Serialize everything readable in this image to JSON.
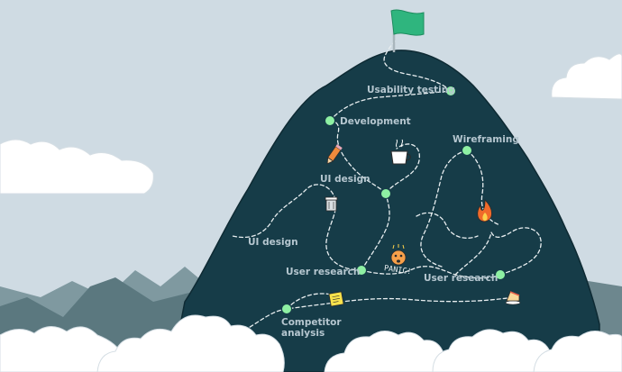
{
  "colors": {
    "sky": "#cfdbe3",
    "mountain": "#163c48",
    "hills_far": "#7f99a0",
    "hills_near": "#5b787f",
    "path": "#e8eef0",
    "milestone": "#8ef0a3",
    "flag": "#2fb57e",
    "label": "#b6c7d0",
    "cloud": "#ffffff"
  },
  "milestones": {
    "usability_testing": "Usability testing",
    "development": "Development",
    "wireframing": "Wireframing",
    "ui_design_upper": "UI design",
    "ui_design_lower": "UI design",
    "user_research_left": "User research",
    "user_research_right": "User research",
    "competitor_analysis": "Competitor analysis"
  },
  "doodles": {
    "panic_text": "PANIC!",
    "icons": [
      "flag-icon",
      "pencil-icon",
      "coffee-cup-icon",
      "trash-can-icon",
      "fire-icon",
      "sticky-note-icon",
      "cake-slice-icon",
      "panic-face-icon"
    ]
  }
}
